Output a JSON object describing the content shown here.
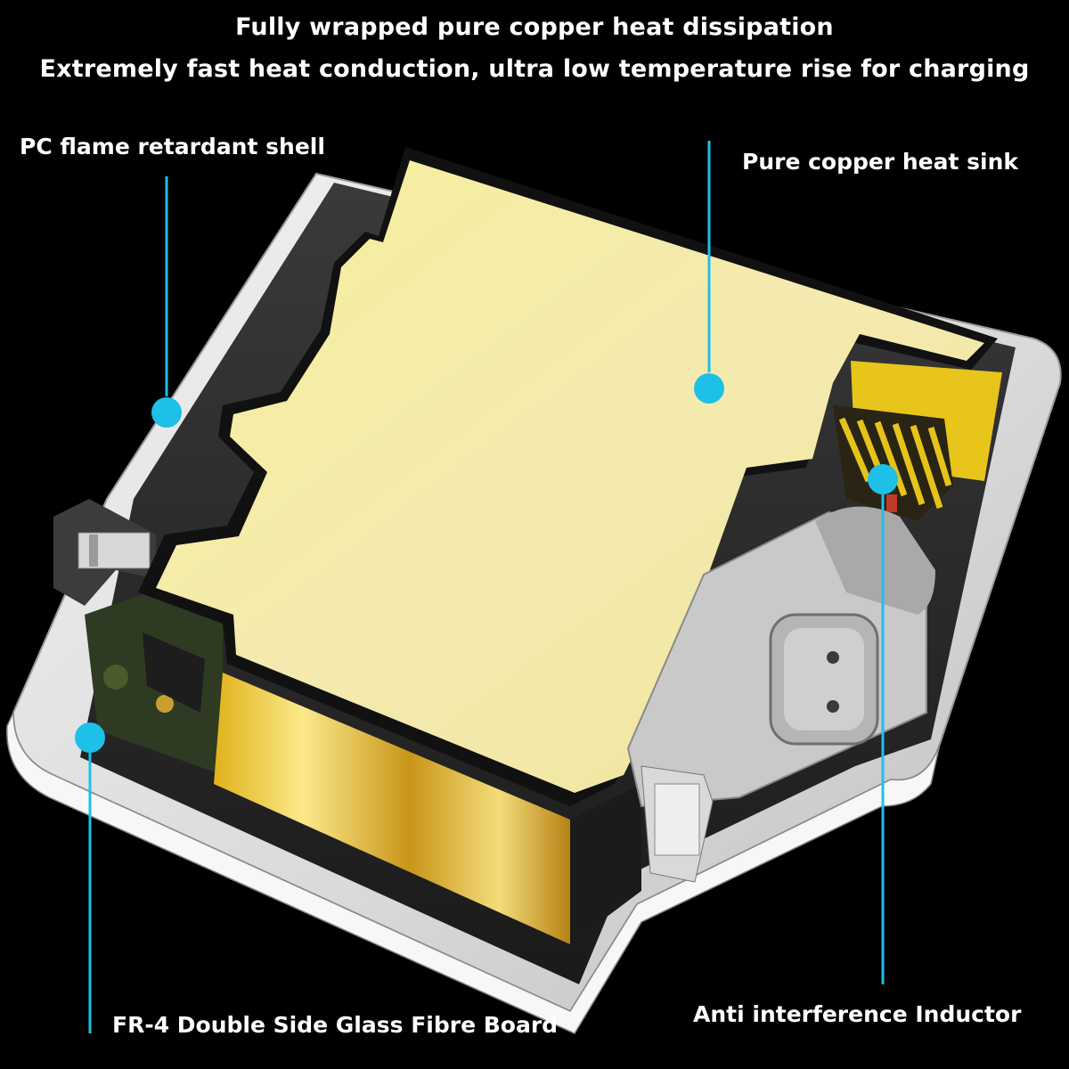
{
  "headline": {
    "line1": "Fully wrapped pure copper heat dissipation",
    "line2": "Extremely fast heat conduction, ultra low temperature rise for charging"
  },
  "callouts": {
    "shell": "PC flame retardant shell",
    "heat_sink": "Pure copper heat sink",
    "board": "FR-4 Double Side Glass Fibre Board",
    "inductor": "Anti interference Inductor"
  },
  "colors": {
    "background": "#000000",
    "accent": "#1EC0E8",
    "copper": "#F3EAA0",
    "shell": "#E8E8E8"
  }
}
